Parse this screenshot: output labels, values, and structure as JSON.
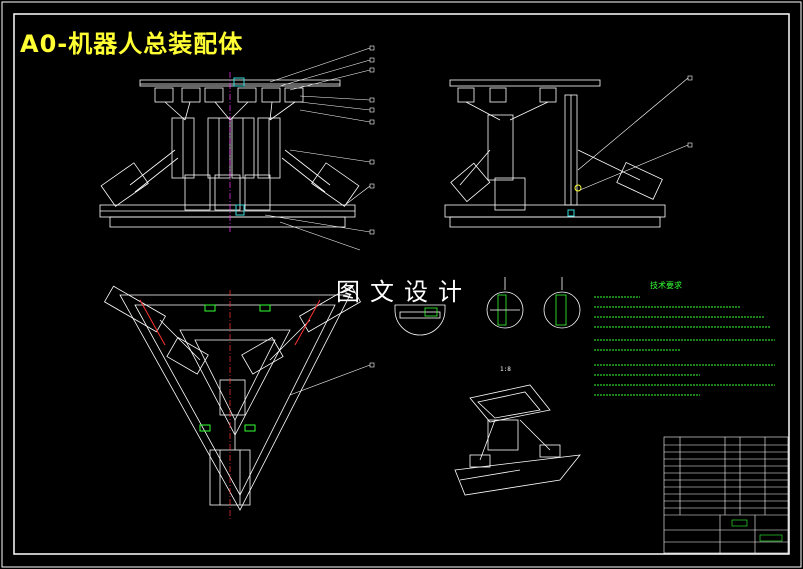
{
  "title": "A0-机器人总装配体",
  "watermark": "图文设计",
  "detail_scale": "1:8",
  "requirements_title": "技术要求",
  "colors": {
    "background": "#000000",
    "lines": "#ffffff",
    "title": "#ffff33",
    "accent_green": "#33ff33",
    "accent_cyan": "#33dddd",
    "accent_red": "#ff3333",
    "center_line": "#ff33ff"
  }
}
